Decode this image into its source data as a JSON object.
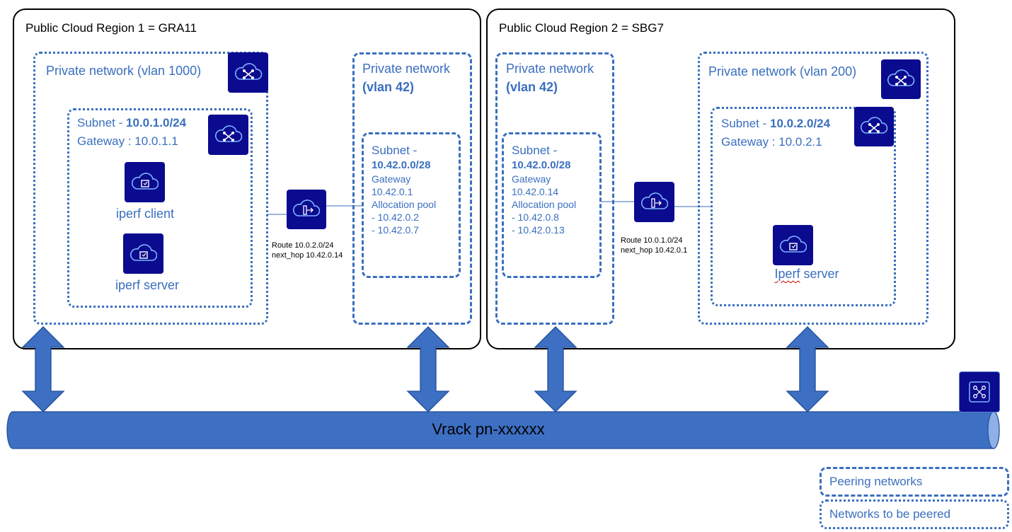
{
  "regions": [
    {
      "title": "Public Cloud Region 1 = GRA11"
    },
    {
      "title": "Public Cloud Region 2 = SBG7"
    }
  ],
  "region1": {
    "private_network": {
      "title": "Private network (vlan 1000)"
    },
    "subnet": {
      "prefix": "Subnet - ",
      "cidr": "10.0.1.0/24",
      "gateway": "Gateway : 10.0.1.1"
    },
    "instances": [
      {
        "label": "iperf client"
      },
      {
        "label": "iperf server"
      }
    ],
    "route": {
      "line1": "Route 10.0.2.0/24",
      "line2": "next_hop 10.42.0.14"
    },
    "peering_network": {
      "title_line1": "Private network",
      "title_line2": "(vlan 42)",
      "subnet_prefix": "Subnet -",
      "subnet_cidr": "10.42.0.0/28",
      "lines": [
        "Gateway",
        "10.42.0.1",
        "Allocation pool",
        "- 10.42.0.2",
        "- 10.42.0.7"
      ]
    }
  },
  "region2": {
    "peering_network": {
      "title_line1": "Private network",
      "title_line2": "(vlan 42)",
      "subnet_prefix": "Subnet -",
      "subnet_cidr": "10.42.0.0/28",
      "lines": [
        "Gateway",
        "10.42.0.14",
        "Allocation pool",
        "- 10.42.0.8",
        "- 10.42.0.13"
      ]
    },
    "route": {
      "line1": "Route 10.0.1.0/24",
      "line2": "next_hop 10.42.0.1"
    },
    "private_network": {
      "title": "Private network (vlan 200)"
    },
    "subnet": {
      "prefix": "Subnet - ",
      "cidr": "10.0.2.0/24",
      "gateway": "Gateway : 10.0.2.1"
    },
    "instances": [
      {
        "label": "Iperf",
        "label_rest": " server"
      }
    ]
  },
  "vrack": {
    "label": "Vrack pn-xxxxxx"
  },
  "legend": {
    "peering": "Peering networks",
    "to_peer": "Networks to be peered"
  },
  "colors": {
    "accent": "#3a6fbf",
    "icon_bg": "#0b0b8f",
    "vrack_fill": "#3d6fc2"
  },
  "icons": [
    "network-icon",
    "router-icon",
    "instance-icon",
    "vrack-icon"
  ]
}
